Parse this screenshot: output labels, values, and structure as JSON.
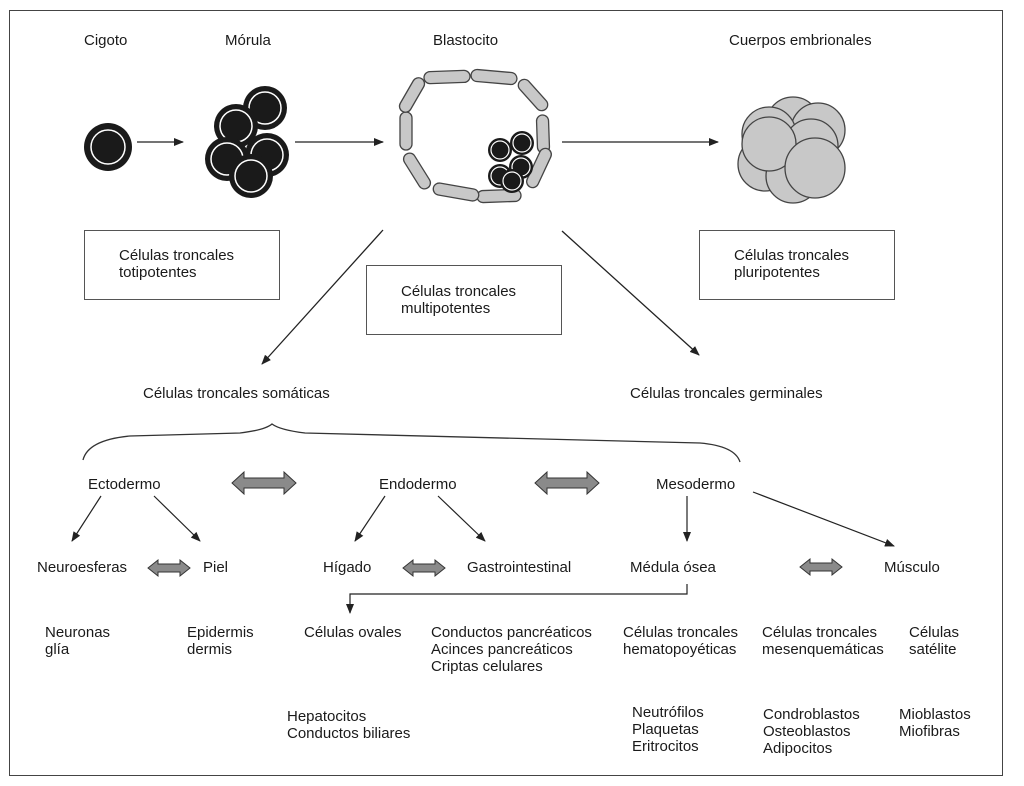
{
  "stages": {
    "cigoto": "Cigoto",
    "morula": "Mórula",
    "blastocito": "Blastocito",
    "cuerpos": "Cuerpos embrionales"
  },
  "boxes": {
    "totipotentes": "Células troncales\ntotipotentes",
    "multipotentes": "Células troncales\nmultipotentes",
    "pluripotentes": "Células troncales\npluripotentes"
  },
  "branches": {
    "somaticas": "Células troncales somáticas",
    "germinales": "Células troncales germinales"
  },
  "layers": {
    "ectodermo": "Ectodermo",
    "endodermo": "Endodermo",
    "mesodermo": "Mesodermo"
  },
  "tissues": {
    "neuroesferas": "Neuroesferas",
    "piel": "Piel",
    "higado": "Hígado",
    "gastrointestinal": "Gastrointestinal",
    "medula": "Médula ósea",
    "musculo": "Músculo"
  },
  "cells": {
    "neuronas": "Neuronas\nglía",
    "epidermis": "Epidermis\ndermis",
    "ovales": "Células ovales",
    "pancreaticos": "Conductos pancréaticos\nAcinces pancreáticos\nCriptas celulares",
    "hematopoyeticas": "Células troncales\nhematopoyéticas",
    "mesenquematicas": "Células troncales\nmesenquemáticas",
    "satelite": "Células\nsatélite"
  },
  "derived": {
    "hepatocitos": "Hepatocitos\nConductos biliares",
    "sangre": "Neutrófilos\nPlaquetas\nEritrocitos",
    "mesenq": "Condroblastos\nOsteoblastos\nAdipocitos",
    "muscular": "Mioblastos\nMiofibras"
  },
  "colors": {
    "cell_dark": "#1a1a1a",
    "cell_light": "#c8c8c8",
    "double_arrow": "#8a8a8a",
    "line": "#222222"
  }
}
